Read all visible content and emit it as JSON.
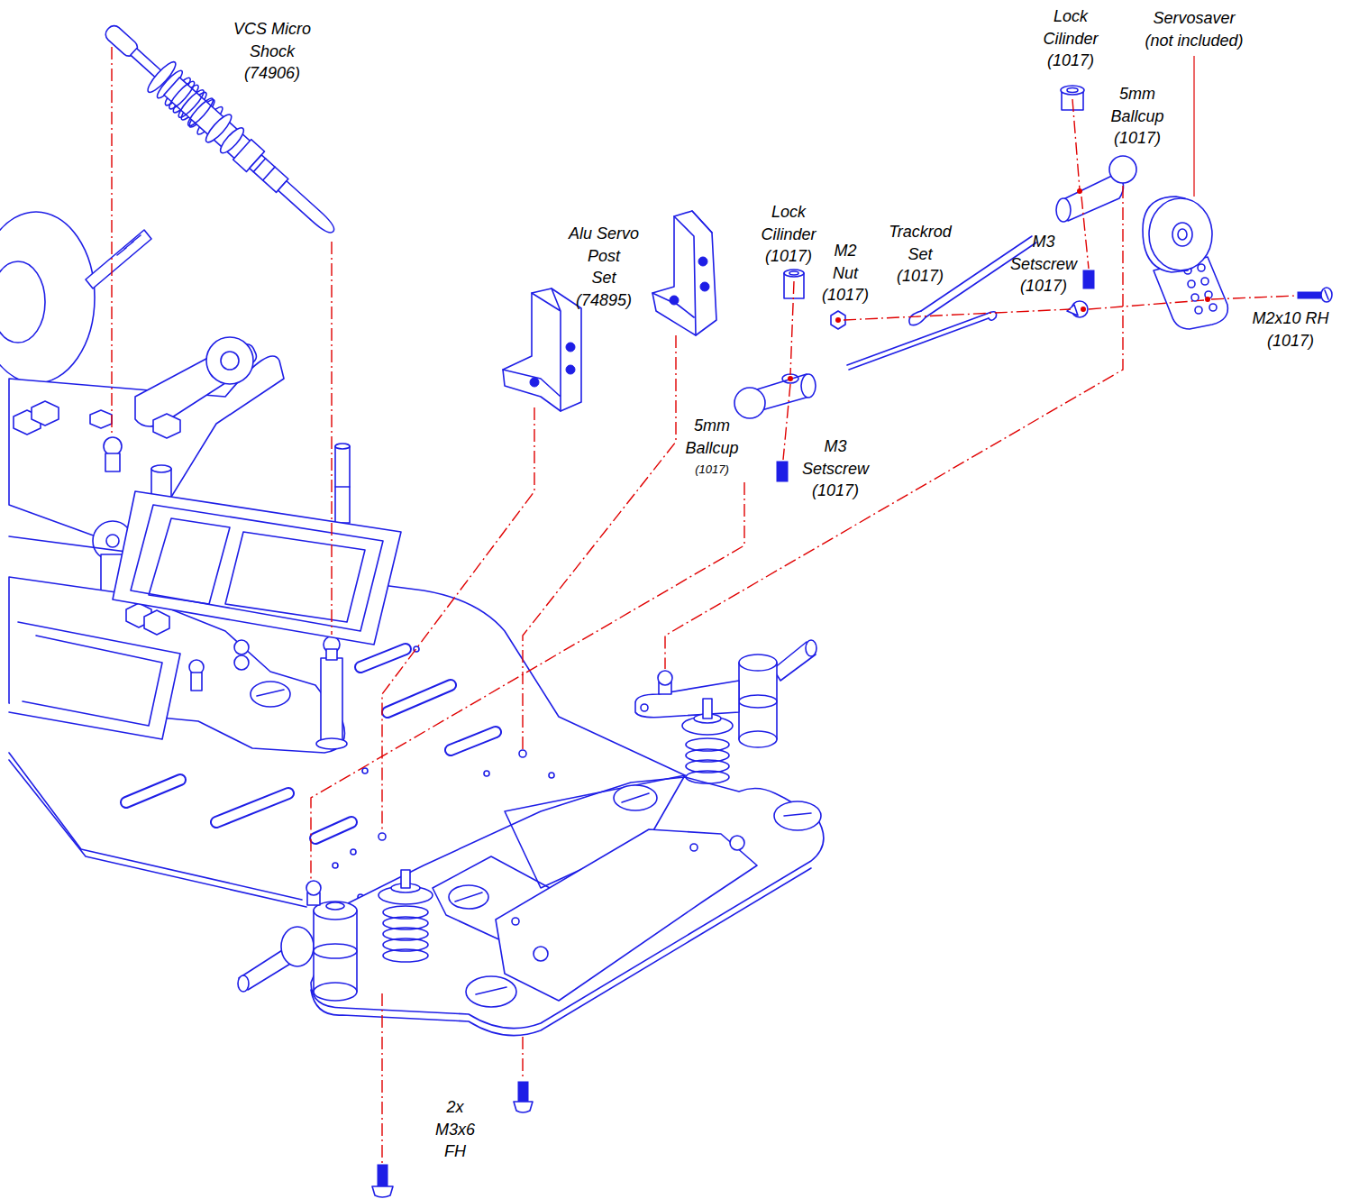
{
  "diagram": {
    "labels": [
      "VCS Micro Shock (74906)",
      "Lock Cilinder (1017)",
      "Servosaver (not included)",
      "5mm Ballcup (1017)",
      "Alu Servo Post Set (74895)",
      "Lock Cilinder (1017)",
      "M2 Nut (1017)",
      "Trackrod Set (1017)",
      "M3 Setscrew (1017)",
      "M2x10 RH (1017)",
      "5mm Ballcup",
      "(1017)",
      "M3 Setscrew (1017)",
      "2x M3x6 FH"
    ]
  }
}
